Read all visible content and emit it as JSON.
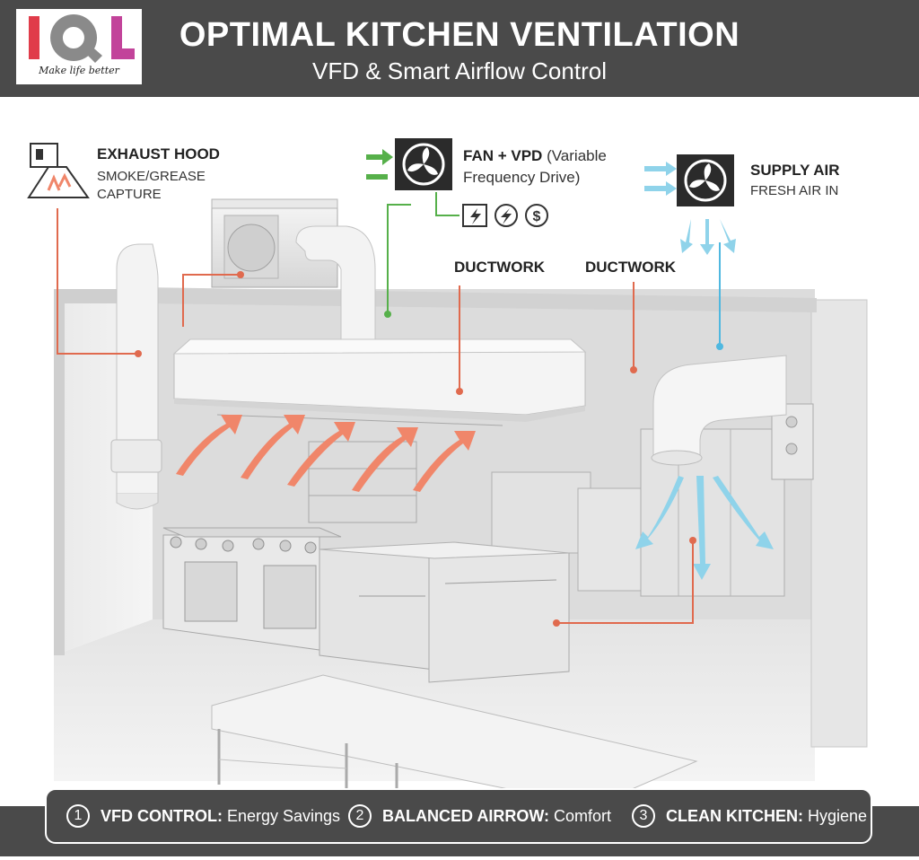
{
  "header": {
    "logo_text": "IQL",
    "logo_tagline": "Make life better",
    "title": "OPTIMAL KITCHEN VENTILATION",
    "subtitle": "VFD & Smart Airflow Control"
  },
  "labels": {
    "exhaust_hood": {
      "title": "EXHAUST HOOD",
      "line1": "SMOKE/GREASE",
      "line2": "CAPTURE"
    },
    "fan_vpd": {
      "title": "FAN + VPD",
      "rest1": " (Variable",
      "line2": "Frequency Drive)"
    },
    "supply_air": {
      "title": "SUPPLY AIR",
      "line1": "FRESH AIR IN"
    },
    "ductwork_left": "DUCTWORK",
    "ductwork_right": "DUCTWORK"
  },
  "icons": [
    "bolt-icon",
    "flash-icon",
    "dollar-icon",
    "fan-icon",
    "exhaust-hood-icon"
  ],
  "footer": [
    {
      "num": "1",
      "key": "VFD CONTROL:",
      "value": "Energy Savings"
    },
    {
      "num": "2",
      "key": "BALANCED AIRROW:",
      "value": "Comfort"
    },
    {
      "num": "3",
      "key": "CLEAN KITCHEN:",
      "value": "Hygiene"
    }
  ],
  "colors": {
    "header": "#4a4a4a",
    "exhaust_arrow": "#f0866a",
    "supply_arrow": "#8fd3ea",
    "leader_red": "#e06a4e",
    "leader_green": "#56b04a",
    "leader_blue": "#4fb8e0",
    "logo_red": "#e03c4a",
    "logo_pink": "#c2439a"
  }
}
